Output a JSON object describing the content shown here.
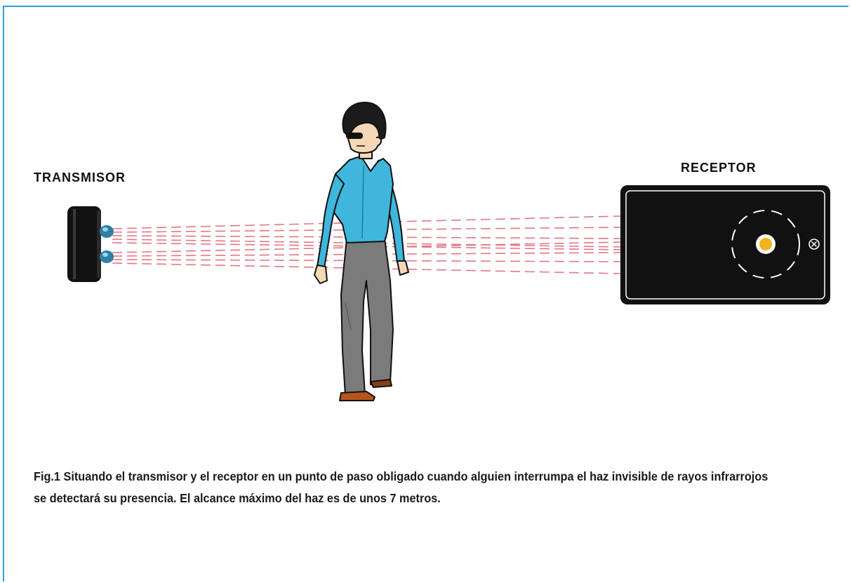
{
  "transmitter": {
    "label": "TRANSMISOR"
  },
  "receiver": {
    "label": "RECEPTOR"
  },
  "caption": {
    "text": "Fig.1 Situando el transmisor y el receptor en un punto de paso obligado cuando alguien interrumpa el haz invisible de rayos infrarrojos se detectará su presencia. El alcance máximo del haz es de unos 7 metros."
  },
  "colors": {
    "frame": "#2aa3d6",
    "beam": "#e0606e",
    "device": "#111111",
    "shirt": "#3fb6dc",
    "trousers": "#7b7b7b",
    "skin": "#f6d8b6",
    "sensor": "#f2b41c"
  }
}
